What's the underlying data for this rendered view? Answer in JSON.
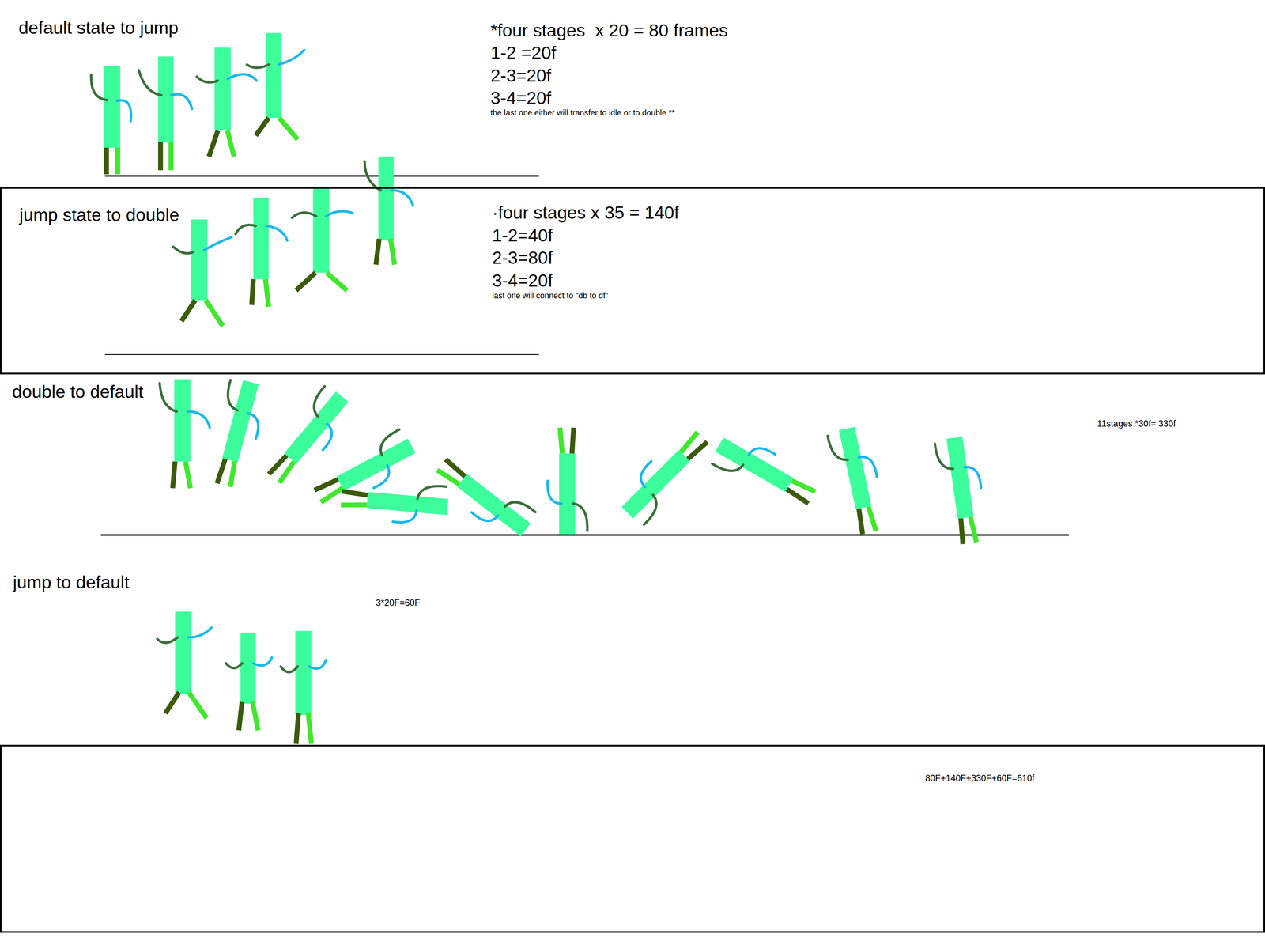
{
  "diagram": {
    "nodes": [
      {
        "text": [
          "jump state to double",
          "·four stages x 35 = 140f",
          "1-2=40f",
          "2-3=80f",
          "3-4=20f",
          "last one will connect to \"db to df\""
        ]
      },
      {
        "text": [
          "80F+140F+330F+60F=610f"
        ]
      }
    ],
    "labels": [
      "default state to jump",
      "*four stages  x 20 = 80 frames",
      "1-2 =20f",
      "2-3=20f",
      "3-4=20f",
      "the last one either will transfer to idle or to double **",
      "double to default",
      "11stages *30f= 330f",
      "jump to default",
      "3*20F=60F"
    ]
  }
}
